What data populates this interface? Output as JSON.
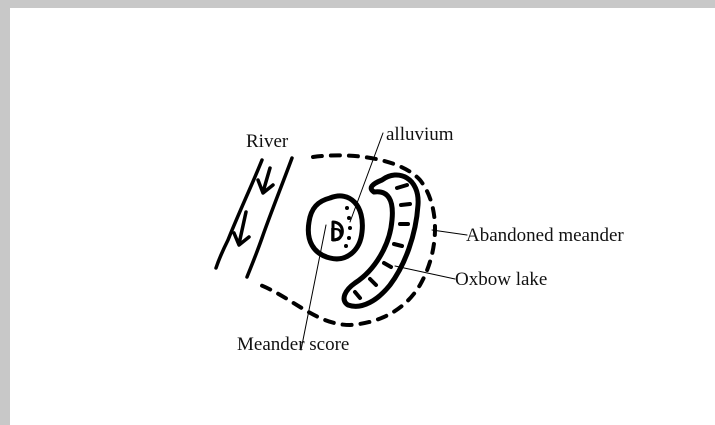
{
  "diagram": {
    "labels": {
      "river": "River",
      "alluvium": "alluvium",
      "abandoned_meander": "Abandoned meander",
      "oxbow_lake": "Oxbow lake",
      "meander_scar": "Meander score",
      "deposit_symbol": "D"
    },
    "colors": {
      "ink": "#000000",
      "page": "#ffffff",
      "frame": "#c8c8c8"
    }
  }
}
